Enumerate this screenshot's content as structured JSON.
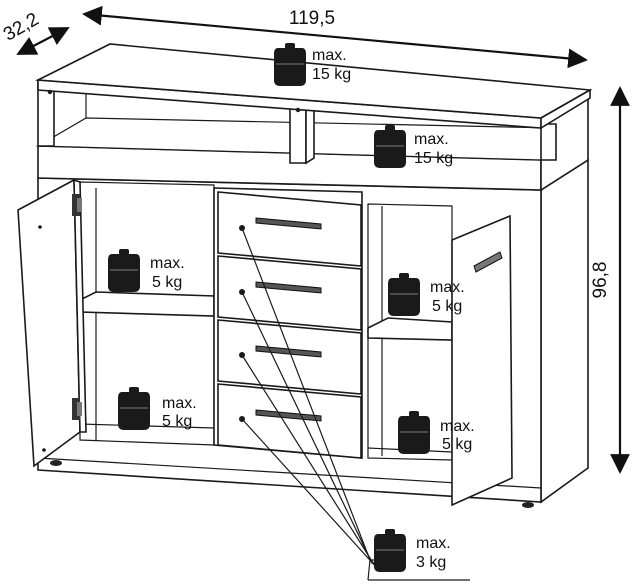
{
  "dimensions": {
    "width": "119,5",
    "depth": "32,2",
    "height": "96,8"
  },
  "labels": {
    "top_surface": {
      "line1": "max.",
      "line2": "15 kg"
    },
    "open_shelf": {
      "line1": "max.",
      "line2": "15 kg"
    },
    "left_shelf_upper": {
      "line1": "max.",
      "line2": "5 kg"
    },
    "left_shelf_lower": {
      "line1": "max.",
      "line2": "5 kg"
    },
    "right_shelf_upper": {
      "line1": "max.",
      "line2": "5 kg"
    },
    "right_shelf_lower": {
      "line1": "max.",
      "line2": "5 kg"
    },
    "drawers": {
      "line1": "max.",
      "line2": "3 kg"
    }
  },
  "icons": {
    "weight": "weight-icon",
    "hinge": "hinge-icon",
    "handle": "handle-icon"
  },
  "colors": {
    "line": "#1a1a1a",
    "weight": "#1a1a1a",
    "background": "#ffffff"
  }
}
